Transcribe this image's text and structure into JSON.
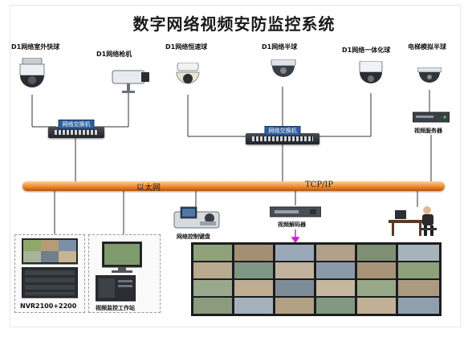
{
  "title": "数字网络视频安防监控系统",
  "cameras": [
    {
      "label": "D1网络室外快球",
      "icon": "outdoor-speed-dome-camera"
    },
    {
      "label": "D1网络枪机",
      "icon": "bullet-camera"
    },
    {
      "label": "D1网络恒速球",
      "icon": "constant-speed-dome-camera"
    },
    {
      "label": "D1网络半球",
      "icon": "half-dome-camera"
    },
    {
      "label": "D1网络一体化球",
      "icon": "integrated-dome-camera"
    },
    {
      "label": "电梯模拟半球",
      "icon": "elevator-analog-dome-camera"
    }
  ],
  "switches": {
    "left": "网络交换机",
    "right": "网络交换机"
  },
  "video_server": "视频服务器",
  "bus": {
    "left_label": "以太网",
    "right_label": "TCP/IP"
  },
  "devices": {
    "keyboard": "网络控制键盘",
    "decoder": "视频解码器",
    "nvr": "NVR2100+2200",
    "workstation": "视频监控工作站"
  },
  "colors": {
    "bus": "#f28a2a",
    "switch_tag": "#2f5f9e",
    "arrow": "#d21fd2"
  }
}
